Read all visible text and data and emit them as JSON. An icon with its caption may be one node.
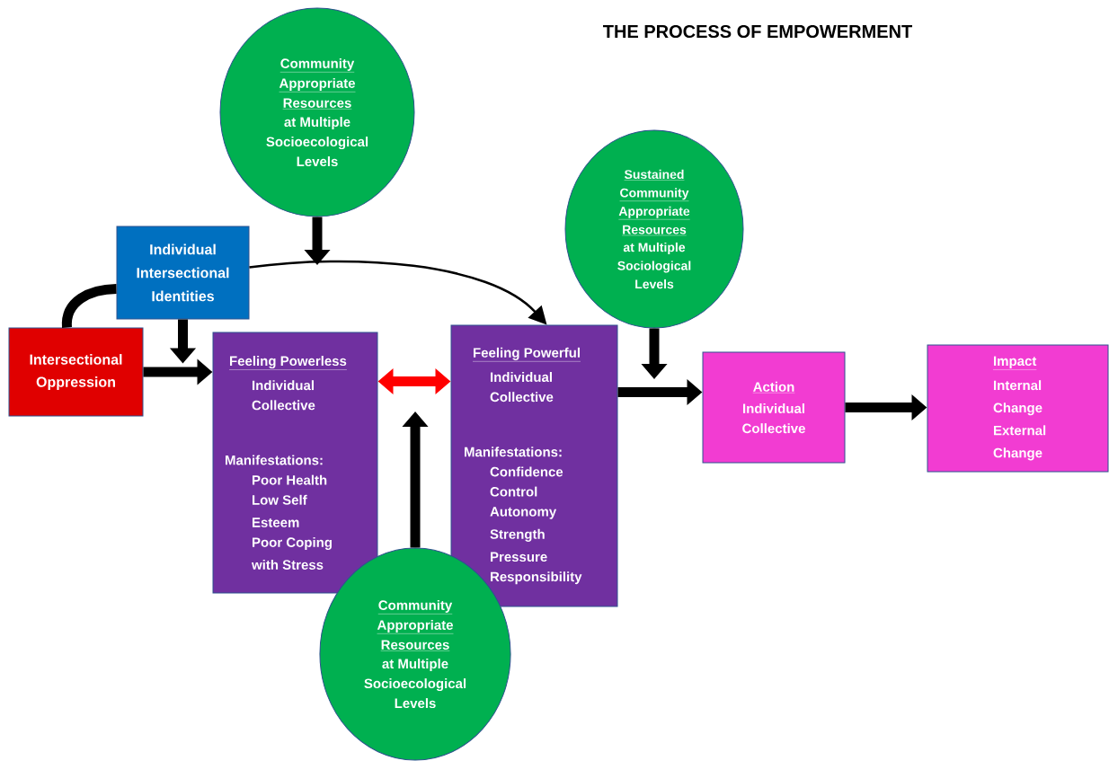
{
  "diagram": {
    "title": "THE PROCESS OF EMPOWERMENT",
    "nodes": [
      {
        "text": [
          "Community Appropriate Resources",
          "at Multiple Socioecological Levels"
        ]
      },
      {
        "text": [
          "Sustained Community Appropriate Resources",
          "at Multiple Sociological Levels"
        ]
      },
      {
        "text": [
          "Individual Intersectional Identities"
        ]
      },
      {
        "text": [
          "Intersectional Oppression"
        ]
      },
      {
        "text": [
          "Feeling Powerless",
          "Individual",
          "Collective",
          "Manifestations:",
          "Poor Health",
          "Low Self Esteem",
          "Poor Coping with Stress"
        ]
      },
      {
        "text": [
          "Feeling Powerful",
          "Individual",
          "Collective",
          "Manifestations:",
          "Confidence",
          "Control",
          "Autonomy",
          "Strength",
          "Pressure",
          "Responsibility"
        ]
      },
      {
        "text": [
          "Action",
          "Individual",
          "Collective"
        ]
      },
      {
        "text": [
          "Impact",
          "Internal Change",
          "External Change"
        ]
      },
      {
        "text": [
          "Community Appropriate Resources",
          "at Multiple Socioecological Levels"
        ]
      }
    ],
    "edges": [
      {
        "from": 3,
        "to": 2,
        "arrow": "none"
      },
      {
        "from": 2,
        "to": 5,
        "arrow": "to"
      },
      {
        "from": 0,
        "to": null,
        "arrow": "to"
      },
      {
        "from": 2,
        "to": 4,
        "arrow": "to"
      },
      {
        "from": 3,
        "to": 4,
        "arrow": "to"
      },
      {
        "from": 4,
        "to": 5,
        "arrow": "both",
        "color": "#ff0000"
      },
      {
        "from": 8,
        "to": null,
        "arrow": "to"
      },
      {
        "from": 1,
        "to": null,
        "arrow": "to"
      },
      {
        "from": 5,
        "to": 6,
        "arrow": "to"
      },
      {
        "from": 6,
        "to": 7,
        "arrow": "to"
      }
    ]
  }
}
